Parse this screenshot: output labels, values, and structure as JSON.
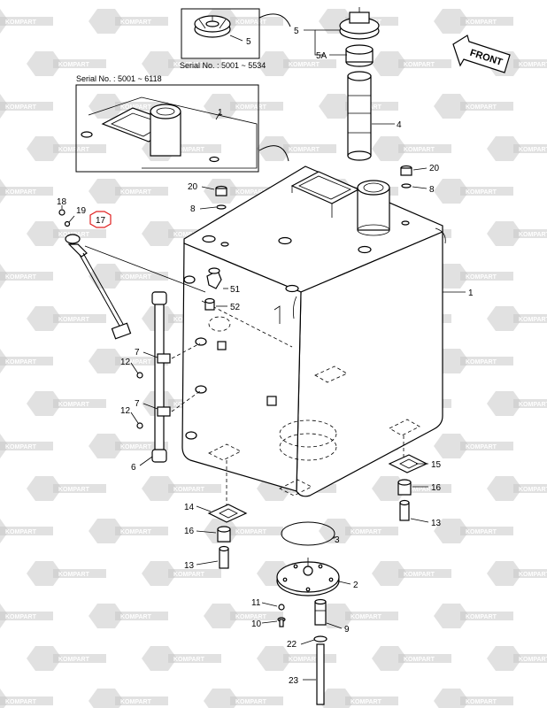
{
  "watermark": {
    "text": "KOMPART",
    "color": "#c8c8c8"
  },
  "captions": {
    "serial_top": "Serial No. : 5001 ~ 5534",
    "serial_left": "Serial No. : 5001 ~ 6118",
    "front": "FRONT"
  },
  "highlight_callout": {
    "label": "17",
    "color": "#e02020"
  },
  "callouts": {
    "c1_tank": "1",
    "c1_inset": "1",
    "c2": "2",
    "c3": "3",
    "c4": "4",
    "c5_inset": "5",
    "c5": "5",
    "c5a": "5A",
    "c6": "6",
    "c7_upper": "7",
    "c7_lower": "7",
    "c8_left": "8",
    "c8_right": "8",
    "c9": "9",
    "c10": "10",
    "c11": "11",
    "c12_upper": "12",
    "c12_lower": "12",
    "c13_right": "13",
    "c13_left": "13",
    "c14": "14",
    "c15": "15",
    "c16_right": "16",
    "c16_left": "16",
    "c18": "18",
    "c19": "19",
    "c20_left": "20",
    "c20_right": "20",
    "c22": "22",
    "c23": "23",
    "c51": "51",
    "c52": "52"
  }
}
